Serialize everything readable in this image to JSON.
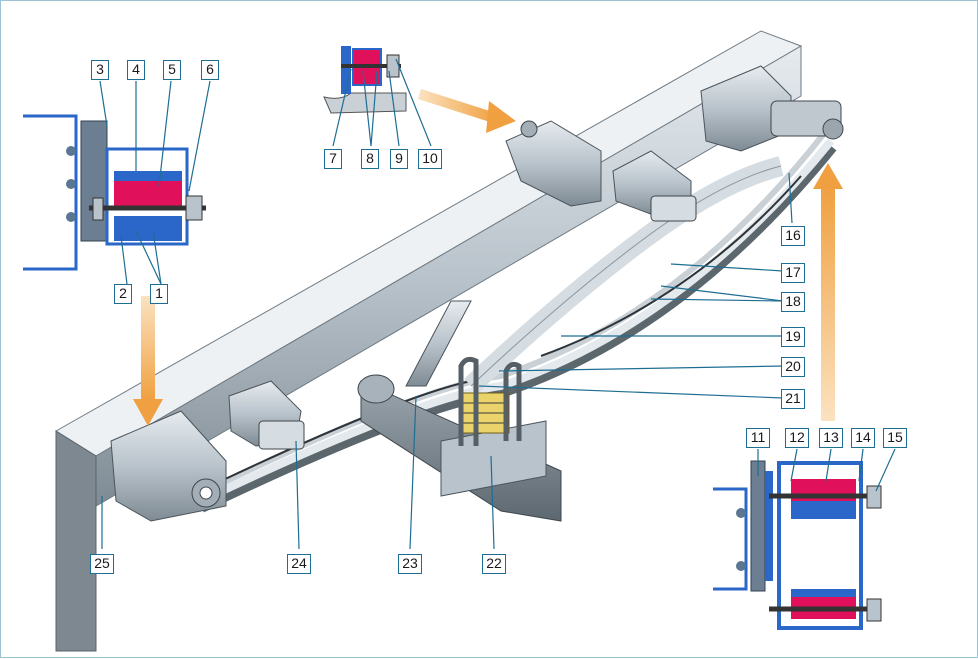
{
  "diagram": {
    "callouts": [
      {
        "id": "c1",
        "text": "1"
      },
      {
        "id": "c2",
        "text": "2"
      },
      {
        "id": "c3",
        "text": "3"
      },
      {
        "id": "c4",
        "text": "4"
      },
      {
        "id": "c5",
        "text": "5"
      },
      {
        "id": "c6",
        "text": "6"
      },
      {
        "id": "c7",
        "text": "7"
      },
      {
        "id": "c8",
        "text": "8"
      },
      {
        "id": "c9",
        "text": "9"
      },
      {
        "id": "c10",
        "text": "10"
      },
      {
        "id": "c11",
        "text": "11"
      },
      {
        "id": "c12",
        "text": "12"
      },
      {
        "id": "c13",
        "text": "13"
      },
      {
        "id": "c14",
        "text": "14"
      },
      {
        "id": "c15",
        "text": "15"
      },
      {
        "id": "c16",
        "text": "16"
      },
      {
        "id": "c17",
        "text": "17"
      },
      {
        "id": "c18",
        "text": "18"
      },
      {
        "id": "c19",
        "text": "19"
      },
      {
        "id": "c20",
        "text": "20"
      },
      {
        "id": "c21",
        "text": "21"
      },
      {
        "id": "c22",
        "text": "22"
      },
      {
        "id": "c23",
        "text": "23"
      },
      {
        "id": "c24",
        "text": "24"
      },
      {
        "id": "c25",
        "text": "25"
      }
    ],
    "colors": {
      "callout_border": "#1e6e93",
      "leader_line": "#1e6e93",
      "arrow": "#f0a040",
      "bushing_rubber": "#e0105a",
      "bracket_blue": "#2a67c8",
      "frame_steel": "#b9c3cb"
    }
  }
}
